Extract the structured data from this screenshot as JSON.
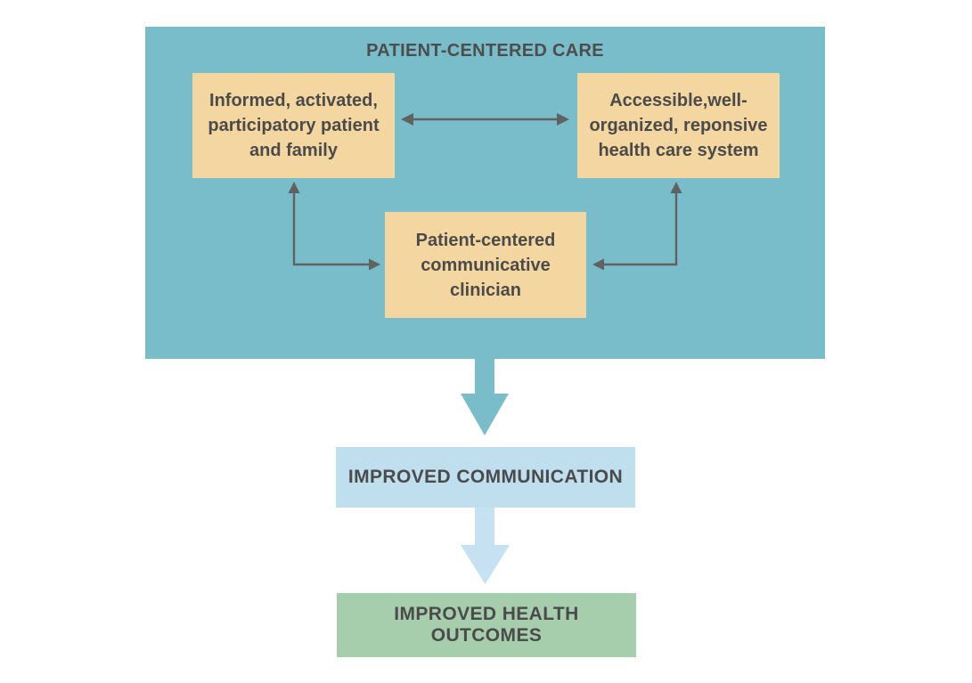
{
  "diagram": {
    "container": {
      "title": "PATIENT-CENTERED CARE",
      "fill_color": "#7abdca"
    },
    "nodes": {
      "patient_family": {
        "label": "Informed, activated,\nparticipatory patient\nand family",
        "fill_color": "#f4d6a0"
      },
      "health_system": {
        "label": "Accessible,well-\norganized, reponsive\nhealth care system",
        "fill_color": "#f4d6a0"
      },
      "clinician": {
        "label": "Patient-centered\ncommunicative\nclinician",
        "fill_color": "#f4d6a0"
      }
    },
    "connectors": {
      "patient_to_system": "bidirectional horizontal arrow",
      "patient_to_clinician": "elbow arrow with heads pointing up and right",
      "system_to_clinician": "elbow arrow with heads pointing up and left",
      "stroke_color": "#616161"
    },
    "flow": {
      "improved_communication": {
        "label": "IMPROVED COMMUNICATION",
        "fill_color": "#bfdeee"
      },
      "improved_health_outcomes": {
        "label": "IMPROVED HEALTH OUTCOMES",
        "fill_color": "#a6ceac"
      }
    },
    "flow_arrows": {
      "container_to_communication_color": "#7abdca",
      "communication_to_outcomes_color": "#c6e2f2"
    },
    "text_color": "#4b4b4b"
  }
}
